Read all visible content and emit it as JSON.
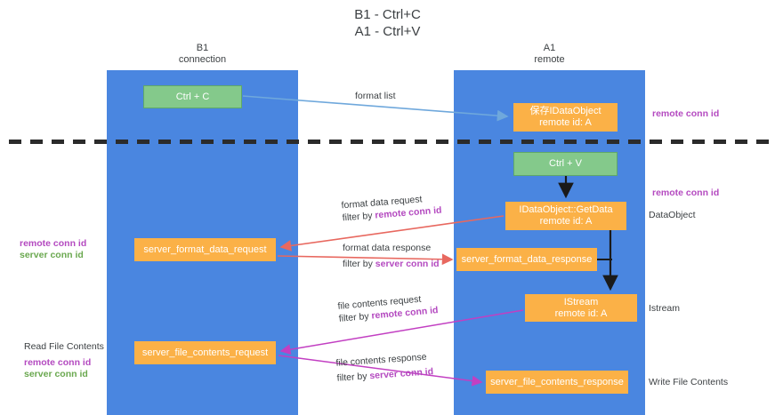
{
  "title": {
    "line1": "B1 - Ctrl+C",
    "line2": "A1 - Ctrl+V"
  },
  "lanes": [
    {
      "id": "left",
      "name": "B1",
      "role": "connection"
    },
    {
      "id": "right",
      "name": "A1",
      "role": "remote"
    }
  ],
  "colors": {
    "lane": "#4a86e0",
    "green_box": "#84c98b",
    "orange_box": "#fbb147",
    "remote_conn_id": "#b44ac0",
    "server_conn_id": "#6aa84f",
    "red_arrow": "#e8685f",
    "magenta_arrow": "#c23fc2",
    "blue_arrow": "#6fa8dc",
    "black_arrow": "#1a1a1a",
    "text": "#3c4043",
    "divider": "#2b2b2b"
  },
  "boxes": {
    "ctrl_c": {
      "label": "Ctrl + C",
      "kind": "green"
    },
    "idataobject": {
      "line1": "保存IDataObject",
      "line2": "remote id: A",
      "kind": "orange"
    },
    "ctrl_v": {
      "label": "Ctrl + V",
      "kind": "green"
    },
    "getdata": {
      "line1": "IDataObject::GetData",
      "line2": "remote id: A",
      "kind": "orange"
    },
    "server_format_data_request": {
      "label": "server_format_data_request",
      "kind": "orange"
    },
    "server_format_data_response": {
      "label": "server_format_data_response",
      "kind": "orange"
    },
    "istream": {
      "line1": "IStream",
      "line2": "remote id: A",
      "kind": "orange"
    },
    "server_file_contents_request": {
      "label": "server_file_contents_request",
      "kind": "orange"
    },
    "server_file_contents_response": {
      "label": "server_file_contents_response",
      "kind": "orange"
    }
  },
  "arrow_labels": {
    "format_list": "format list",
    "format_data_request": "format data request",
    "format_data_request_filter_prefix": "filter by ",
    "format_data_request_filter_key": "remote conn id",
    "format_data_response": "format data response",
    "format_data_response_filter_prefix": "filter by ",
    "format_data_response_filter_key": "server conn id",
    "file_contents_request": "file contents request",
    "file_contents_request_filter_prefix": "filter by ",
    "file_contents_request_filter_key": "remote conn id",
    "file_contents_response": "file contents response",
    "file_contents_response_filter_prefix": "filter by ",
    "file_contents_response_filter_key": "server conn id"
  },
  "annotations": {
    "remote_conn_id_top": "remote conn id",
    "remote_conn_id_mid": "remote conn id",
    "dataobject": "DataObject",
    "istream": "Istream",
    "write_file_contents": "Write File Contents",
    "read_file_contents": "Read File Contents",
    "left_remote_conn_id_1": "remote conn id",
    "left_server_conn_id_1": "server conn id",
    "left_remote_conn_id_2": "remote conn id",
    "left_server_conn_id_2": "server conn id"
  }
}
